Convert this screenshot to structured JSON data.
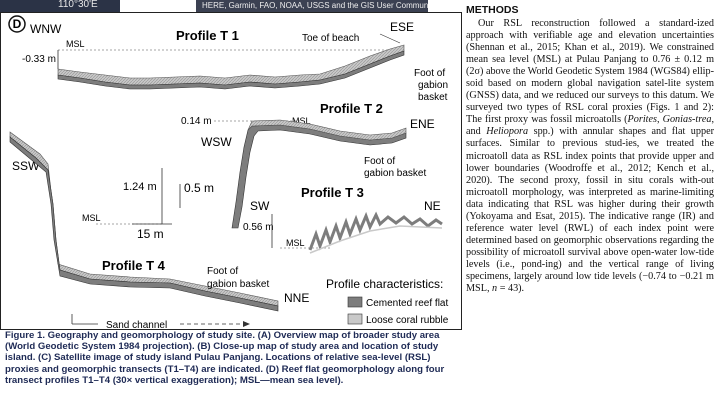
{
  "top_strip": {
    "coordinate": "110°30'E",
    "credit": "HERE, Garmin, FAO, NOAA, USGS and the GIS User Community"
  },
  "panel": {
    "letter": "D",
    "profile_t1": {
      "title": "Profile T 1",
      "dir_left": "WNW",
      "dir_right": "ESE",
      "msl": "MSL",
      "depth": "-0.33 m",
      "note": "Toe of beach",
      "basket_note": "Foot of\ngabion\nbasket"
    },
    "profile_t2": {
      "title": "Profile T 2",
      "dir_left": "WSW",
      "dir_right": "ENE",
      "height": "0.14 m",
      "msl": "MSL",
      "note": "Foot of\ngabion basket"
    },
    "profile_t3": {
      "title": "Profile T 3",
      "dir_left": "SW",
      "dir_right": "NE",
      "height": "0.56 m",
      "msl": "MSL"
    },
    "profile_t4": {
      "title": "Profile T 4",
      "dir_left": "SSW",
      "dir_right": "NNE",
      "height": "1.24 m",
      "msl": "MSL",
      "note": "Foot of\ngabion basket",
      "channel": "Sand channel"
    },
    "scale_vertical": "0.5 m",
    "scale_horizontal": "15 m",
    "legend": {
      "title": "Profile characteristics:",
      "item1": "Cemented reef flat",
      "item2": "Loose coral rubble",
      "color1": "#7d7d7d",
      "color2": "#c9c9c9"
    }
  },
  "caption": {
    "text": "Figure 1. Geography and geomorphology of study site. (A) Overview map of broader study area (World Geodetic System 1984 projection). (B) Close-up map of study area and location of study island. (C) Satellite image of study island Pulau Panjang. Locations of relative sea-level (RSL) proxies and geomorphic transects (T1–T4) are indicated. (D) Reef flat geomorphology along four transect profiles T1–T4 (30× vertical exaggeration); MSL—mean sea level)."
  },
  "methods": {
    "heading": "METHODS",
    "p1": "Our RSL reconstruction followed a standard-ized approach with verifiable age and elevation uncertainties (Shennan et al., 2015; Khan et al., 2019). We constrained mean sea level (MSL) at Pulau Panjang to 0.76 ± 0.12 m (2σ) above the World Geodetic System 1984 (WGS84) ellip-soid based on modern global navigation satel-lite system (GNSS) data, and we reduced our surveys to this datum. We surveyed two types of RSL coral proxies (Figs. 1 and 2): The first proxy was fossil microatolls (",
    "i1": "Porites",
    "s1": ", ",
    "i2": "Gonias-trea",
    "s2": ", and ",
    "i3": "Heliopora",
    "p2": " spp.) with annular shapes and flat upper surfaces. Similar to previous stud-ies, we treated the microatoll data as RSL index points that provide upper and lower boundaries (Woodroffe et al., 2012; Kench et al., 2020). The second proxy, fossil in situ corals with-out microatoll morphology, was interpreted as marine-limiting data indicating that RSL was higher during their growth (Yokoyama and Esat, 2015). The indicative range (IR) and reference water level (RWL) of each index point were determined based on geomorphic observations regarding the possibility of microatoll survival above open-water low-tide levels (i.e., pond-ing) and the vertical range of living specimens, largely around low tide levels (−0.74 to −0.21 m MSL, ",
    "i4": "n",
    "p3": " = 43)."
  }
}
